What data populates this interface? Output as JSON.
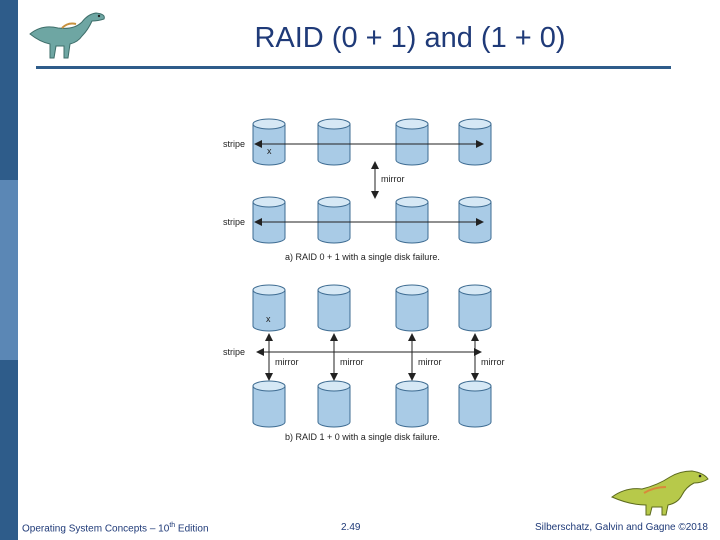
{
  "slide": {
    "title": "RAID (0 + 1) and (1 + 0)",
    "footer_left": "Operating System Concepts – 10",
    "footer_left_sup": "th",
    "footer_left_tail": " Edition",
    "page_number": "2.49",
    "footer_right": "Silberschatz, Galvin and Gagne ©2018"
  },
  "diagram": {
    "part_a": {
      "stripe_label_top": "stripe",
      "stripe_label_bottom": "stripe",
      "mirror_label": "mirror",
      "failure_mark": "x",
      "caption": "a) RAID 0 + 1 with a single disk failure."
    },
    "part_b": {
      "stripe_label": "stripe",
      "mirror_labels": [
        "mirror",
        "mirror",
        "mirror",
        "mirror"
      ],
      "failure_mark": "x",
      "caption": "b) RAID 1 + 0 with a single disk failure."
    }
  },
  "colors": {
    "sidebar_dark": "#2e5c8a",
    "sidebar_light": "#5b87b5",
    "title": "#1f3a78",
    "disk_body": "#a9cbe6",
    "disk_top": "#d6e8f5",
    "disk_stroke": "#3d6b91"
  }
}
